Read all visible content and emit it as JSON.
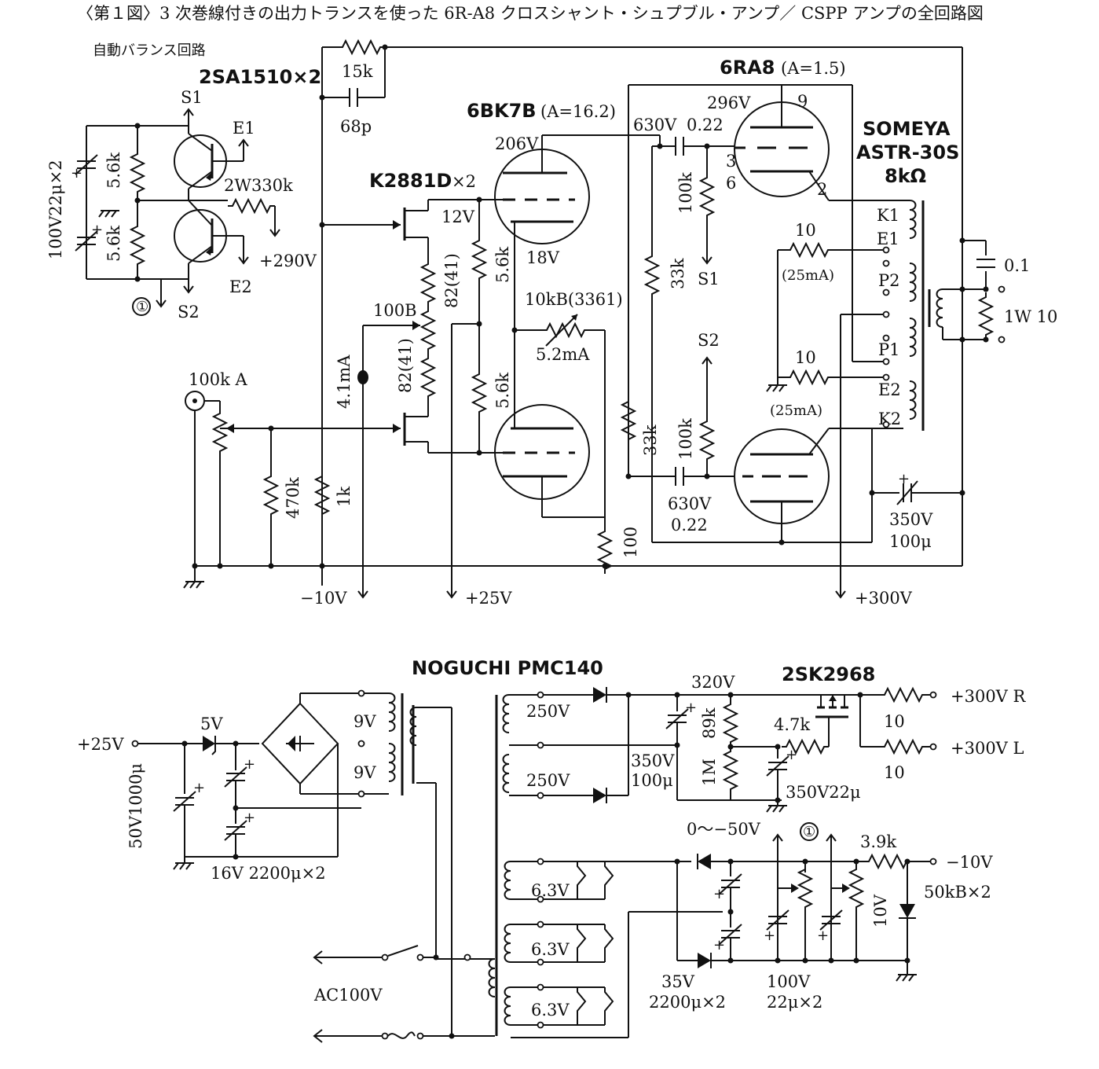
{
  "title": "〈第１図〉3 次巻線付きの出力トランスを使った 6R-A8 クロスシャント・シュプブル・アンプ／ CSPP アンプの全回路図",
  "auto_balance": {
    "title": "自動バランス回路",
    "transistors": "2SA1510×2",
    "s1": "S1",
    "s2": "S2",
    "e1": "E1",
    "e2": "E2",
    "cap": "100V22μ×2",
    "r_upper": "5.6k",
    "r_lower": "5.6k",
    "r_emitter": "2W330k",
    "b_plus": "+290V",
    "node_marker": "①"
  },
  "amp": {
    "r_fb": "15k",
    "c_fb": "68p",
    "tube_driver": "6BK7B",
    "driver_gain": "(A=16.2)",
    "driver_plate_v": "206V",
    "driver_cathode_v": "18V",
    "fet": "K2881D",
    "fet_count": "×2",
    "fet_drain_v": "12V",
    "r_82_upper": "82(41)",
    "r_82_lower": "82(41)",
    "r_56_upper": "5.6k",
    "r_56_lower": "5.6k",
    "pot_100b": "100B",
    "current_fet": "4.1mA",
    "vr_10kb": "10kB(3361)",
    "current_tail": "5.2mA",
    "input_vol": "100k A",
    "r_470k": "470k",
    "r_1k": "1k",
    "r_100": "100",
    "cap_upper_v": "630V",
    "cap_upper_uf": "0.22",
    "cap_lower_v": "630V",
    "cap_lower_uf": "0.22",
    "r_100k_upper": "100k",
    "r_100k_lower": "100k",
    "r_33k_upper": "33k",
    "r_33k_lower": "33k",
    "s1": "S1",
    "s2": "S2",
    "tube_output": "6RA8",
    "output_gain": "(A=1.5)",
    "output_plate_v": "296V",
    "pin9": "9",
    "pin3": "3",
    "pin6": "6",
    "pin2": "2",
    "transformer_brand": "SOMEYA",
    "transformer_model": "ASTR-30S",
    "transformer_imp": "8kΩ",
    "k1": "K1",
    "e1": "E1",
    "p2": "P2",
    "p1": "P1",
    "e2": "E2",
    "k2": "K2",
    "r_10_upper": "10",
    "current_upper": "(25mA)",
    "r_10_lower": "10",
    "current_lower": "(25mA)",
    "zobel_c": "0.1",
    "zobel_r": "1W 10",
    "cap_out_v": "350V",
    "cap_out_uf": "100μ",
    "rail_neg10": "−10V",
    "rail_25": "+25V",
    "rail_300": "+300V"
  },
  "psu": {
    "transformer": "NOGUCHI PMC140",
    "in_25v": "+25V",
    "cap_50v": "50V1000μ",
    "zener_5v": "5V",
    "sec_9v_a": "9V",
    "sec_9v_b": "9V",
    "cap_16v": "16V 2200μ×2",
    "sec_250v_a": "250V",
    "sec_250v_b": "250V",
    "cap_350v": "350V",
    "cap_350v_uf": "100μ",
    "v320": "320V",
    "r_89k": "89k",
    "r_1m": "1M",
    "mosfet": "2SK2968",
    "r_47k": "4.7k",
    "cap_350v22": "350V22μ",
    "out_r": "+300V R",
    "out_l": "+300V L",
    "r_out_r": "10",
    "r_out_l": "10",
    "sec_63_a": "6.3V",
    "sec_63_b": "6.3V",
    "sec_63_c": "6.3V",
    "bias_label": "0〜−50V",
    "marker": "①",
    "r_39k": "3.9k",
    "out_neg10": "−10V",
    "vr_50kb": "50kB×2",
    "zener_10v": "10V",
    "cap_35v": "35V",
    "cap_35v_uf": "2200μ×2",
    "cap_100v": "100V",
    "cap_100v_uf": "22μ×2",
    "ac_in": "AC100V"
  }
}
